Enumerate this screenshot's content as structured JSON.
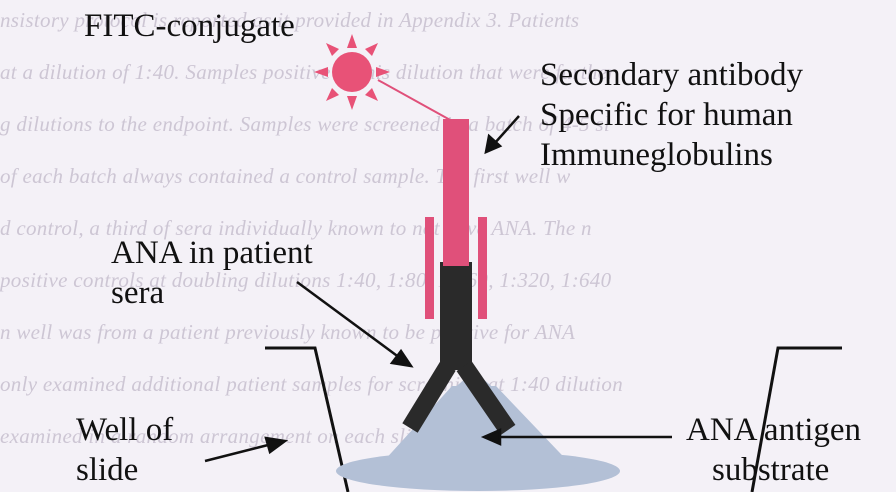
{
  "background_text": [
    "nsistory protocol is reported as it provided in Appendix 3. Patients",
    "at a dilution of 1:40. Samples positive at this dilution that were further",
    "g dilutions to the endpoint. Samples were screened in a batch of 4-5 sl",
    "of each batch always contained a control sample. The first well w",
    "d control, a third of sera individually known to not have ANA. The n",
    "positive controls at doubling dilutions 1:40, 1:80, 1:160, 1:320, 1:640",
    "n well was from a patient previously known to be positive for ANA",
    "only examined additional patient samples for screening at 1:40 dilution",
    "examined in a random arrangement on each slide."
  ],
  "labels": {
    "fitc": "FITC-conjugate",
    "secondary_1": "Secondary antibody",
    "secondary_2": "Specific for human",
    "secondary_3": "Immuneglobulins",
    "ana_patient_1": "ANA in patient",
    "ana_patient_2": "sera",
    "well_1": "Well of",
    "well_2": "slide",
    "antigen_1": "ANA antigen",
    "antigen_2": "substrate"
  },
  "colors": {
    "fitc": "#e85277",
    "secondary_antibody": "#e0507a",
    "ana_antibody": "#2a2a2a",
    "antigen": "#b3c0d6",
    "ink": "#111111"
  }
}
